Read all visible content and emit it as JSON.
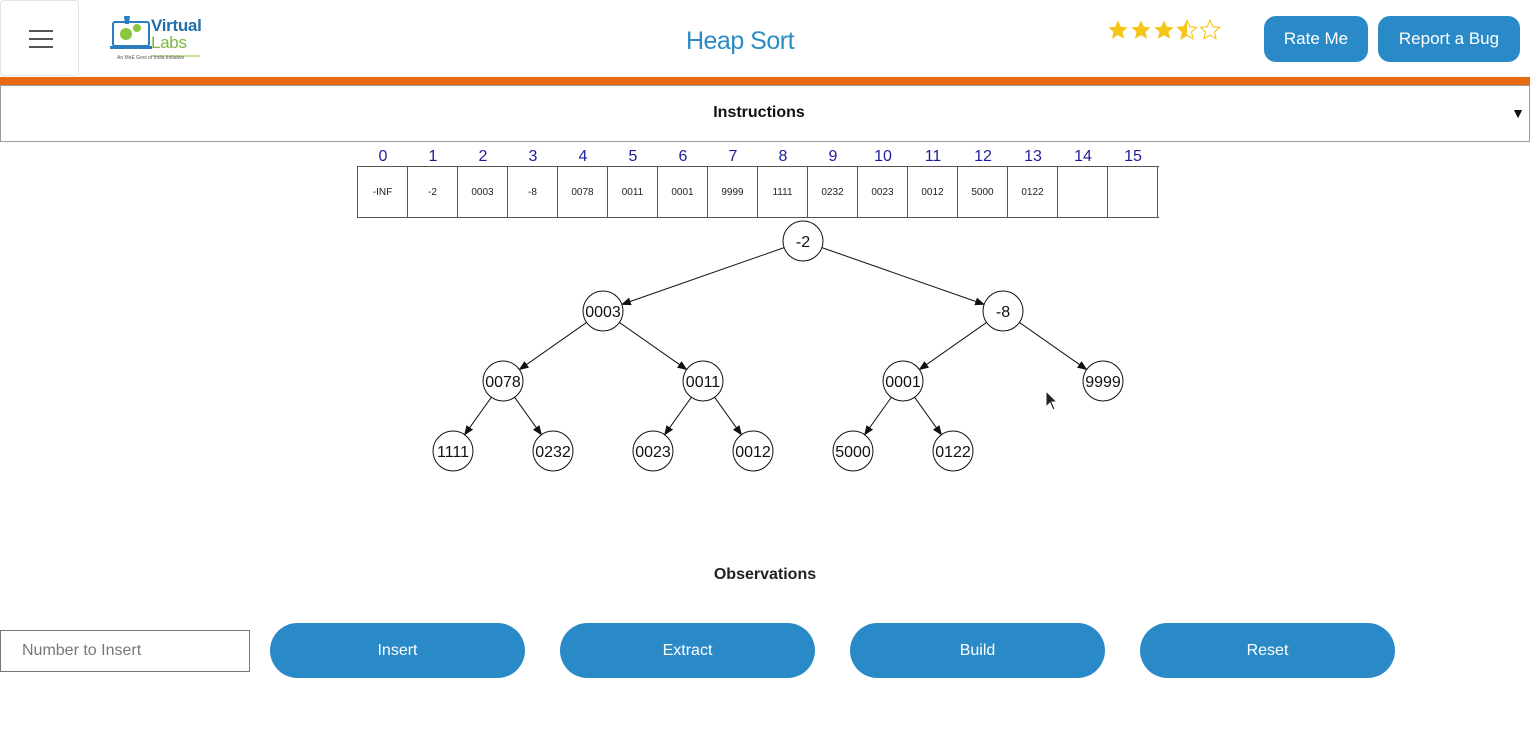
{
  "header": {
    "logo": {
      "line1": "Virtual",
      "line2": "Labs",
      "tagline": "An MoE Govt of India Initiative"
    },
    "title": "Heap Sort",
    "rating": 3.5,
    "rate_label": "Rate Me",
    "bug_label": "Report a Bug"
  },
  "instructions": {
    "label": "Instructions",
    "toggle": "▼"
  },
  "array": {
    "indices": [
      "0",
      "1",
      "2",
      "3",
      "4",
      "5",
      "6",
      "7",
      "8",
      "9",
      "10",
      "11",
      "12",
      "13",
      "14",
      "15"
    ],
    "cells": [
      "-INF",
      "-2",
      "0003",
      "-8",
      "0078",
      "0011",
      "0001",
      "9999",
      "1111",
      "0232",
      "0023",
      "0012",
      "5000",
      "0122",
      "",
      ""
    ]
  },
  "tree": {
    "nodes": [
      "-2",
      "0003",
      "-8",
      "0078",
      "0011",
      "0001",
      "9999",
      "1111",
      "0232",
      "0023",
      "0012",
      "5000",
      "0122"
    ]
  },
  "observations": {
    "label": "Observations"
  },
  "controls": {
    "input_placeholder": "Number to Insert",
    "insert_label": "Insert",
    "extract_label": "Extract",
    "build_label": "Build",
    "reset_label": "Reset"
  },
  "colors": {
    "accent": "#2a8ac8",
    "orange": "#e8690f",
    "title": "#2b8cc4",
    "index": "#1d1d9a",
    "star": "#f5c518"
  }
}
